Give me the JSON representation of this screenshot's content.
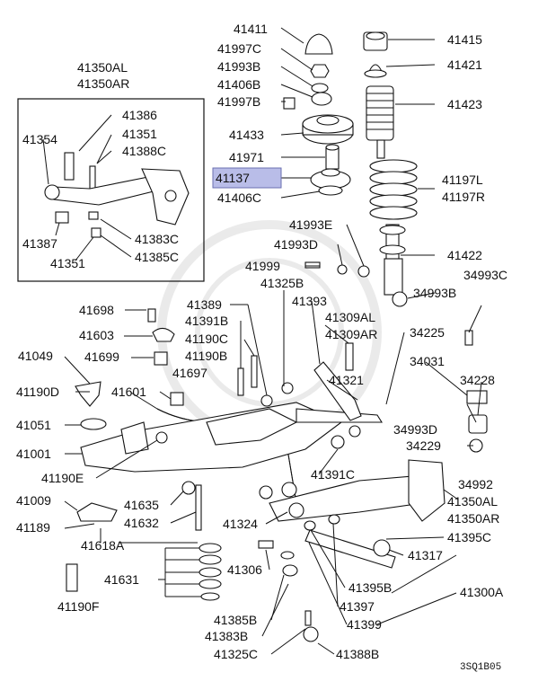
{
  "diagram_code": "3SQ1B05",
  "highlighted_part": "41137",
  "labels": {
    "p41411": "41411",
    "p41997c_top": "41997C",
    "p41993b_top": "41993B",
    "p41406b": "41406B",
    "p41997b": "41997B",
    "p41433": "41433",
    "p41971": "41971",
    "p41137": "41137",
    "p41406c": "41406C",
    "p41993e": "41993E",
    "p41993d": "41993D",
    "p41999": "41999",
    "p41325b": "41325B",
    "p41393": "41393",
    "p41309al": "41309AL",
    "p41309ar": "41309AR",
    "p41415": "41415",
    "p41421": "41421",
    "p41423": "41423",
    "p41197l": "41197L",
    "p41197r": "41197R",
    "p41422": "41422",
    "p34993c": "34993C",
    "p34993b": "34993B",
    "p41350al_top": "41350AL",
    "p41350ar_top": "41350AR",
    "p41386": "41386",
    "p41354": "41354",
    "p41351_top": "41351",
    "p41388c": "41388C",
    "p41387": "41387",
    "p41383c": "41383C",
    "p41351_bot": "41351",
    "p41385c": "41385C",
    "p41698": "41698",
    "p41389": "41389",
    "p41391b": "41391B",
    "p41603": "41603",
    "p41190c": "41190C",
    "p41049": "41049",
    "p41699": "41699",
    "p41190b": "41190B",
    "p41697": "41697",
    "p41190d": "41190D",
    "p41601": "41601",
    "p41321": "41321",
    "p34225": "34225",
    "p34031": "34031",
    "p34228": "34228",
    "p34993d": "34993D",
    "p34229": "34229",
    "p41051": "41051",
    "p41001": "41001",
    "p41190e": "41190E",
    "p41391c": "41391C",
    "p34992": "34992",
    "p41350al_bot": "41350AL",
    "p41350ar_bot": "41350AR",
    "p41009": "41009",
    "p41635": "41635",
    "p41189": "41189",
    "p41632": "41632",
    "p41324": "41324",
    "p41395c": "41395C",
    "p41618a": "41618A",
    "p41631": "41631",
    "p41306": "41306",
    "p41317": "41317",
    "p41395b": "41395B",
    "p41300a": "41300A",
    "p41397": "41397",
    "p41190f": "41190F",
    "p41385b": "41385B",
    "p41399": "41399",
    "p41383b": "41383B",
    "p41325c": "41325C",
    "p41388b": "41388B"
  }
}
